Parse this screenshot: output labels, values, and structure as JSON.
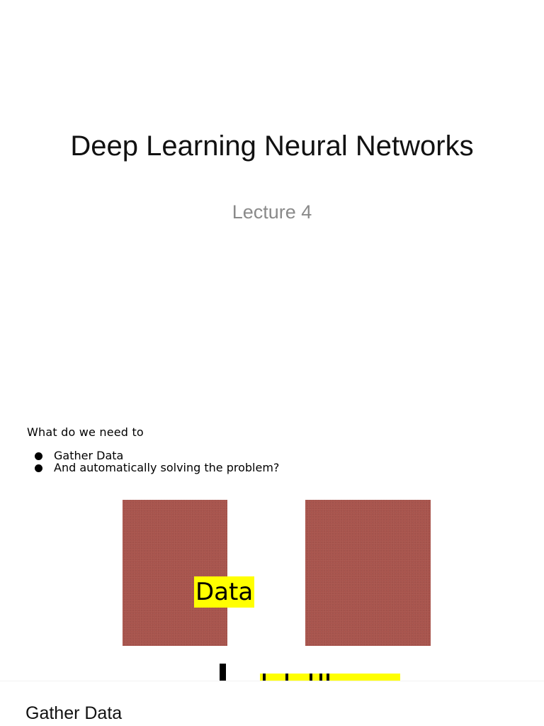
{
  "slide1": {
    "title": "Deep Learning Neural Networks",
    "subtitle": "Lecture 4"
  },
  "slide2": {
    "question": "What do we need to",
    "bullets": [
      "Gather Data",
      "And automatically solving the problem?"
    ],
    "diagram": {
      "label": "Data",
      "panel_color": "#a8544d",
      "highlight_color": "#ffff00"
    }
  },
  "slide3": {
    "heading": "Gather Data"
  }
}
